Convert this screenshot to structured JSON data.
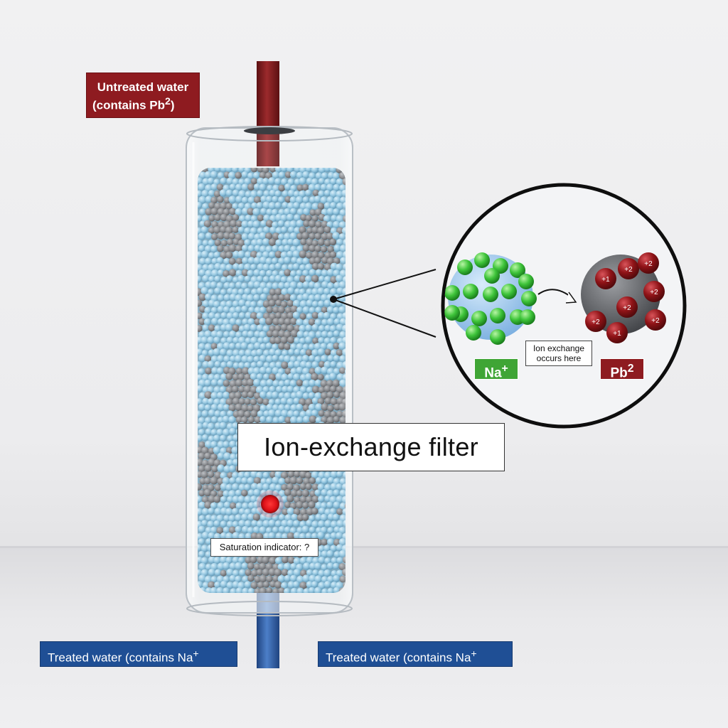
{
  "labels": {
    "inlet": {
      "line1": "Untreated water",
      "line2": "(contains Pb",
      "sup": "2",
      "close": ")"
    },
    "outlet_left": {
      "text": "Treated water (contains Na",
      "sup": "+"
    },
    "outlet_right": {
      "text": "Treated water (contains Na",
      "sup": "+"
    },
    "filter_title": "Ion-exchange filter",
    "saturation_indicator": "Saturation indicator: ?",
    "exchange_note": {
      "line1": "Ion exchange",
      "line2": "occurs here"
    },
    "sodium_ion": {
      "text": "Na",
      "sup": "+"
    },
    "lead_ion": {
      "text": "Pb",
      "sup": "2"
    }
  },
  "lead_bead_charges": [
    "+1",
    "+2",
    "+2",
    "+2",
    "+2",
    "+2",
    "+2",
    "+1"
  ],
  "colors": {
    "inlet_pipe": "#7d1a1c",
    "outlet_pipe": "#2f5fa8",
    "resin_bead": "#8cc3df",
    "spent_bead": "#7b7e83",
    "sodium": "#3ec43a",
    "lead": "#8f1317",
    "indicator": "#e0111a"
  }
}
